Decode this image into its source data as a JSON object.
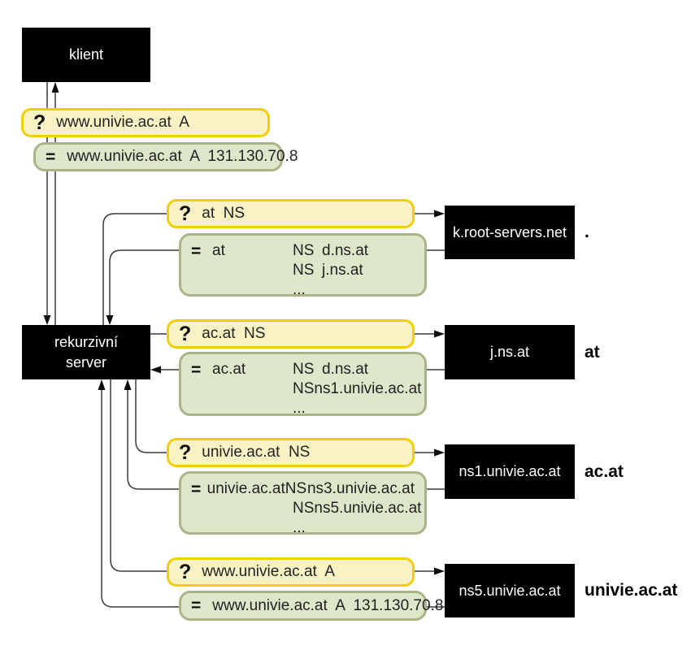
{
  "palette": {
    "query_fill": "#f8f2c4",
    "query_border": "#f2cf05",
    "answer_fill": "#dee7c9",
    "answer_border": "#a9b588",
    "node_fill": "#000000",
    "node_text": "#ffffff",
    "wire": "#3a3a3a"
  },
  "client": {
    "label": "klient"
  },
  "server": {
    "line1": "rekurzivní",
    "line2": "server"
  },
  "client_exchange": {
    "query": {
      "symbol": "?",
      "text": "www.univie.ac.at  A"
    },
    "answer": {
      "symbol": "=",
      "text": "www.univie.ac.at  A  131.130.70.8"
    }
  },
  "exchanges": [
    {
      "query": {
        "symbol": "?",
        "text": "at  NS"
      },
      "answer": {
        "symbol": "=",
        "name": "at",
        "rec1_type": "NS",
        "rec1_value": "d.ns.at",
        "rec2_type": "NS",
        "rec2_value": "j.ns.at",
        "more": "..."
      },
      "authority": {
        "name": "k.root-servers.net",
        "zone": "."
      }
    },
    {
      "query": {
        "symbol": "?",
        "text": "ac.at  NS"
      },
      "answer": {
        "symbol": "=",
        "name": "ac.at",
        "rec1_type": "NS",
        "rec1_value": "d.ns.at",
        "rec2_type": "NS",
        "rec2_value": "ns1.univie.ac.at",
        "more": "..."
      },
      "authority": {
        "name": "j.ns.at",
        "zone": "at"
      }
    },
    {
      "query": {
        "symbol": "?",
        "text": "univie.ac.at  NS"
      },
      "answer": {
        "symbol": "=",
        "name": "univie.ac.at",
        "rec1_type": "NS",
        "rec1_value": "ns3.univie.ac.at",
        "rec2_type": "NS",
        "rec2_value": "ns5.univie.ac.at",
        "more": "..."
      },
      "authority": {
        "name": "ns1.univie.ac.at",
        "zone": "ac.at"
      }
    },
    {
      "query": {
        "symbol": "?",
        "text": "www.univie.ac.at  A"
      },
      "answer": {
        "symbol": "=",
        "text": "www.univie.ac.at  A  131.130.70.8"
      },
      "authority": {
        "name": "ns5.univie.ac.at",
        "zone": "univie.ac.at"
      }
    }
  ]
}
